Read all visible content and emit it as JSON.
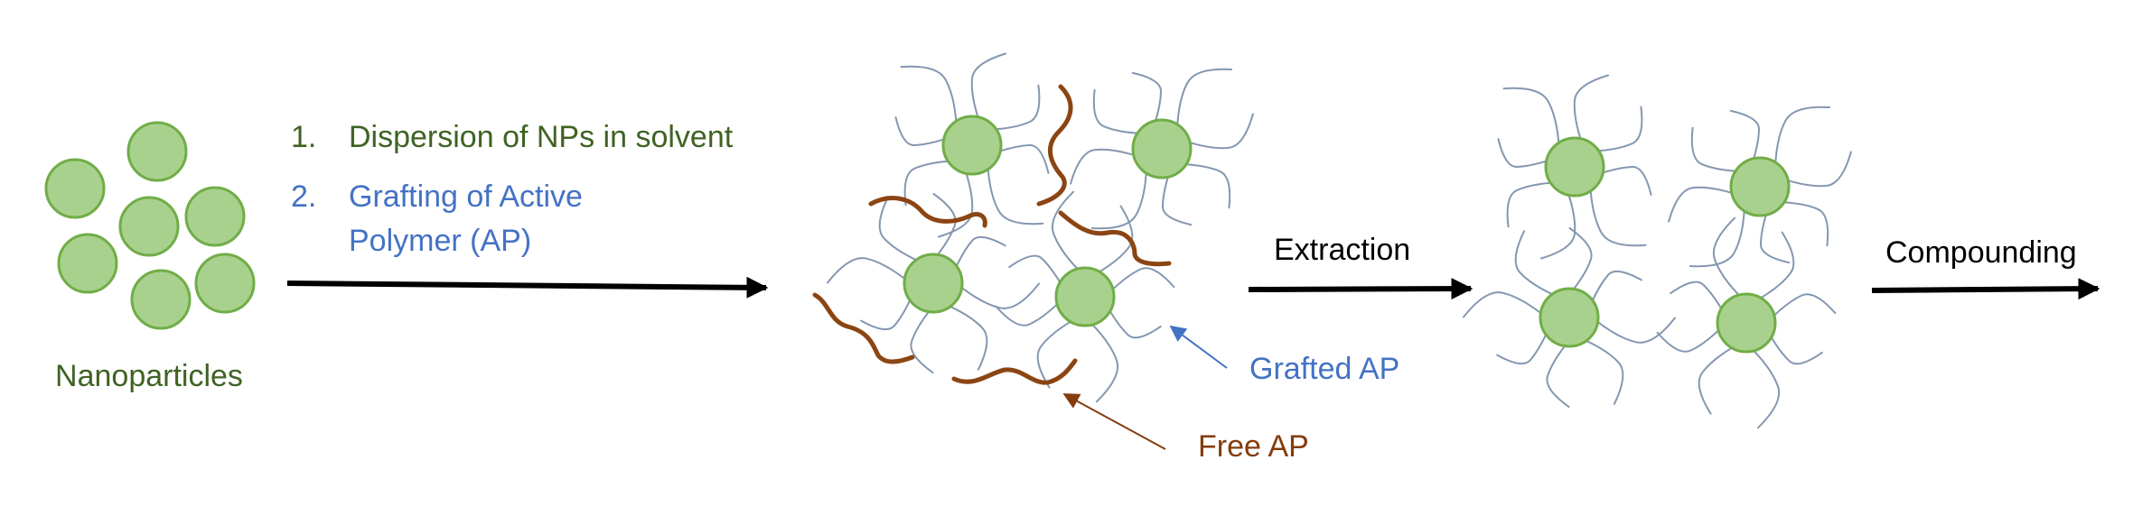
{
  "colors": {
    "particle_fill": "#a9d18e",
    "particle_stroke": "#70ad47",
    "grafted_chain": "#8497b0",
    "free_chain": "#8b4513",
    "arrow": "#000000",
    "label_green": "#3f6323",
    "label_blue": "#4472c4",
    "label_brown": "#843c0c",
    "label_black": "#000000"
  },
  "labels": {
    "nanoparticles": "Nanoparticles",
    "step1_num": "1.",
    "step1_text": "Dispersion of NPs in solvent",
    "step2_num": "2.",
    "step2_text_line1": "Grafting of Active",
    "step2_text_line2": "Polymer (AP)",
    "extraction": "Extraction",
    "compounding": "Compounding",
    "grafted_ap": "Grafted AP",
    "free_ap": "Free AP"
  }
}
